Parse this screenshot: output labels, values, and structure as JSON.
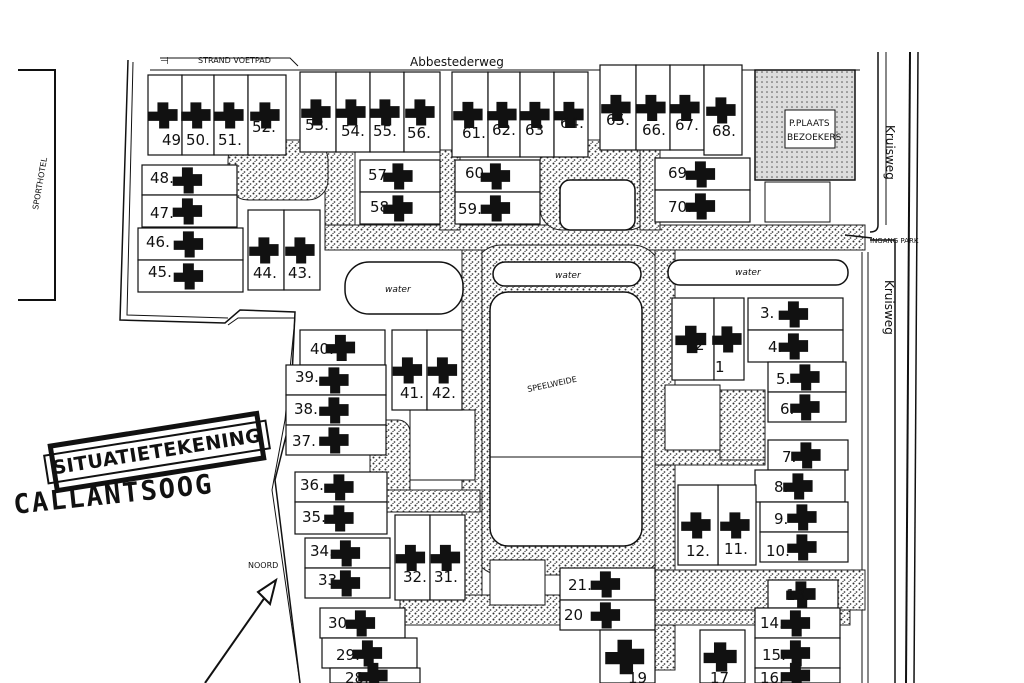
{
  "map": {
    "title_stamp": "SITUATIETEKENING",
    "place_name": "CALLANTSOOG",
    "north_label": "NOORD",
    "roads": {
      "top": "Abbestederweg",
      "right_upper": "Kruisweg",
      "right_lower": "Kruisweg",
      "footpath": "STRAND VOETPAD",
      "entrance": "INGANG PARK"
    },
    "areas": {
      "hotel": "SPORTHOTEL",
      "parking_line1": "P.PLAATS",
      "parking_line2": "BEZOEKERS",
      "playfield": "SPEELWEIDE",
      "water1": "water",
      "water2": "water",
      "water3": "water"
    },
    "lots": [
      {
        "id": "49",
        "label": "49."
      },
      {
        "id": "50",
        "label": "50."
      },
      {
        "id": "51",
        "label": "51."
      },
      {
        "id": "52",
        "label": "52."
      },
      {
        "id": "53",
        "label": "53."
      },
      {
        "id": "54",
        "label": "54."
      },
      {
        "id": "55",
        "label": "55."
      },
      {
        "id": "56",
        "label": "56."
      },
      {
        "id": "61",
        "label": "61."
      },
      {
        "id": "62",
        "label": "62."
      },
      {
        "id": "63",
        "label": "63"
      },
      {
        "id": "64",
        "label": "64."
      },
      {
        "id": "65",
        "label": "65."
      },
      {
        "id": "66",
        "label": "66."
      },
      {
        "id": "67",
        "label": "67."
      },
      {
        "id": "68",
        "label": "68."
      },
      {
        "id": "48",
        "label": "48."
      },
      {
        "id": "47",
        "label": "47."
      },
      {
        "id": "46",
        "label": "46."
      },
      {
        "id": "45",
        "label": "45."
      },
      {
        "id": "44",
        "label": "44."
      },
      {
        "id": "43",
        "label": "43."
      },
      {
        "id": "57",
        "label": "57"
      },
      {
        "id": "58",
        "label": "58"
      },
      {
        "id": "60",
        "label": "60."
      },
      {
        "id": "59",
        "label": "59."
      },
      {
        "id": "69",
        "label": "69."
      },
      {
        "id": "70",
        "label": "70."
      },
      {
        "id": "40",
        "label": "40."
      },
      {
        "id": "39",
        "label": "39."
      },
      {
        "id": "38",
        "label": "38."
      },
      {
        "id": "37",
        "label": "37."
      },
      {
        "id": "41",
        "label": "41."
      },
      {
        "id": "42",
        "label": "42."
      },
      {
        "id": "36",
        "label": "36."
      },
      {
        "id": "35",
        "label": "35."
      },
      {
        "id": "34",
        "label": "34."
      },
      {
        "id": "33",
        "label": "33."
      },
      {
        "id": "32",
        "label": "32."
      },
      {
        "id": "31",
        "label": "31."
      },
      {
        "id": "30",
        "label": "30."
      },
      {
        "id": "29",
        "label": "29."
      },
      {
        "id": "28",
        "label": "28."
      },
      {
        "id": "21",
        "label": "21."
      },
      {
        "id": "20",
        "label": "20"
      },
      {
        "id": "2",
        "label": "2"
      },
      {
        "id": "1",
        "label": "1"
      },
      {
        "id": "3",
        "label": "3."
      },
      {
        "id": "4",
        "label": "4."
      },
      {
        "id": "5",
        "label": "5."
      },
      {
        "id": "6",
        "label": "6."
      },
      {
        "id": "7",
        "label": "7."
      },
      {
        "id": "8",
        "label": "8."
      },
      {
        "id": "9",
        "label": "9."
      },
      {
        "id": "10",
        "label": "10."
      },
      {
        "id": "11",
        "label": "11."
      },
      {
        "id": "12",
        "label": "12."
      },
      {
        "id": "13",
        "label": "13."
      },
      {
        "id": "14",
        "label": "14."
      },
      {
        "id": "15",
        "label": "15."
      },
      {
        "id": "16",
        "label": "16."
      },
      {
        "id": "17",
        "label": "17"
      },
      {
        "id": "19",
        "label": "19"
      }
    ]
  }
}
